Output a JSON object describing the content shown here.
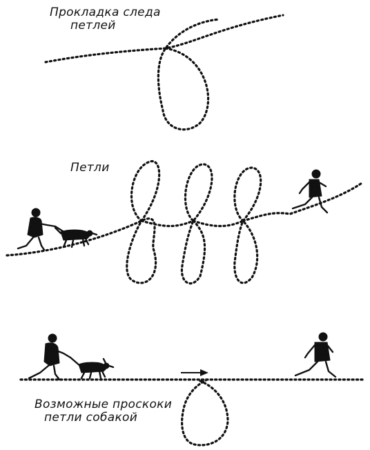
{
  "panels": [
    {
      "id": "loop-laying",
      "caption_lines": [
        "Прокладка следа",
        "петлей"
      ]
    },
    {
      "id": "loops",
      "caption_lines": [
        "Петли"
      ]
    },
    {
      "id": "possible-shortcuts",
      "caption_lines": [
        "Возможные проскоки",
        "петли собакой"
      ]
    }
  ],
  "colors": {
    "ink": "#111111",
    "paper": "#ffffff"
  },
  "icons": [
    "handler-with-dog-icon",
    "tracklayer-running-icon",
    "direction-arrow-icon"
  ]
}
